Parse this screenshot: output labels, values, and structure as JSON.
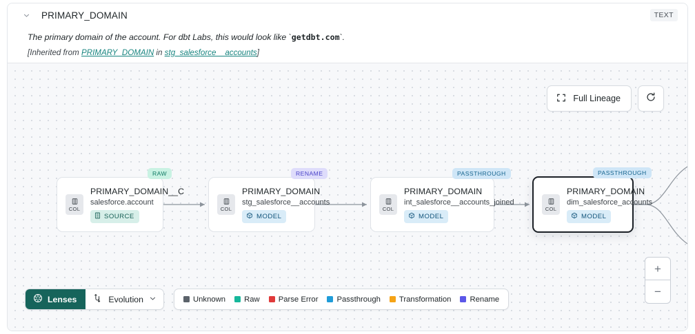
{
  "header": {
    "collapse_icon": "chevron-down-icon",
    "title": "PRIMARY_DOMAIN",
    "type_badge": "TEXT",
    "description_pre": "The primary domain of the account. For dbt Labs, this would look like `",
    "description_code": "getdbt.com",
    "description_post": "`.",
    "inherited_pre": "[Inherited from ",
    "inherited_link1": "PRIMARY_DOMAIN",
    "inherited_mid": " in ",
    "inherited_link2": "stg_salesforce__accounts",
    "inherited_post": "]"
  },
  "canvas_controls": {
    "full_lineage_label": "Full Lineage",
    "full_lineage_icon": "expand-corners-icon",
    "refresh_icon": "refresh-icon",
    "zoom_in_label": "+",
    "zoom_out_label": "−"
  },
  "graph": {
    "nodes": [
      {
        "id": "n1",
        "tag": "RAW",
        "tag_kind": "raw",
        "column_badge": "COL",
        "title": "PRIMARY_DOMAIN__C",
        "subtitle": "salesforce.account",
        "kind_label": "SOURCE",
        "kind_type": "source",
        "kind_icon": "database-icon",
        "selected": false
      },
      {
        "id": "n2",
        "tag": "RENAME",
        "tag_kind": "rename",
        "column_badge": "COL",
        "title": "PRIMARY_DOMAIN",
        "subtitle": "stg_salesforce__accounts",
        "kind_label": "MODEL",
        "kind_type": "model",
        "kind_icon": "cube-icon",
        "selected": false
      },
      {
        "id": "n3",
        "tag": "PASSTHROUGH",
        "tag_kind": "passthrough",
        "column_badge": "COL",
        "title": "PRIMARY_DOMAIN",
        "subtitle": "int_salesforce__accounts_joined",
        "kind_label": "MODEL",
        "kind_type": "model",
        "kind_icon": "cube-icon",
        "selected": false
      },
      {
        "id": "n4",
        "tag": "PASSTHROUGH",
        "tag_kind": "passthrough",
        "column_badge": "COL",
        "title": "PRIMARY_DOMAIN",
        "subtitle": "dim_salesforce_accounts",
        "kind_label": "MODEL",
        "kind_type": "model",
        "kind_icon": "cube-icon",
        "selected": true
      }
    ]
  },
  "toolbar": {
    "lenses_label": "Lenses",
    "lenses_icon": "aperture-icon",
    "evolution_label": "Evolution",
    "evolution_icon": "evolution-icon",
    "evolution_caret": "chevron-down-icon"
  },
  "legend": {
    "items": [
      {
        "label": "Unknown",
        "color": "#5c636b"
      },
      {
        "label": "Raw",
        "color": "#17b79b"
      },
      {
        "label": "Parse Error",
        "color": "#e03a3a"
      },
      {
        "label": "Passthrough",
        "color": "#1f9cd8"
      },
      {
        "label": "Transformation",
        "color": "#f5a316"
      },
      {
        "label": "Rename",
        "color": "#5b57e8"
      }
    ]
  }
}
